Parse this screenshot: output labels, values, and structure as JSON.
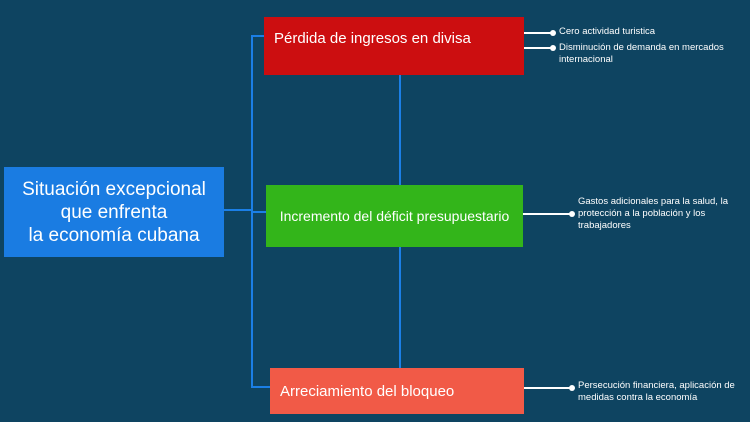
{
  "root": {
    "label_lines": [
      "Situación excepcional",
      "que enfrenta",
      "la economía cubana"
    ],
    "color": "#1a7ce2"
  },
  "branches": [
    {
      "label": "Pérdida de ingresos en divisa",
      "color": "#cc0e10",
      "notes": [
        "Cero actividad turistica",
        "Disminución de demanda en mercados internacional"
      ]
    },
    {
      "label": "Incremento del déficit presupuestario",
      "color": "#33b51a",
      "notes": [
        "Gastos adicionales para la salud, la protección a la población y los trabajadores"
      ]
    },
    {
      "label": "Arreciamiento del bloqueo",
      "color": "#f15a47",
      "notes": [
        "Persecución financiera, aplicación de medidas contra la economía"
      ]
    }
  ]
}
